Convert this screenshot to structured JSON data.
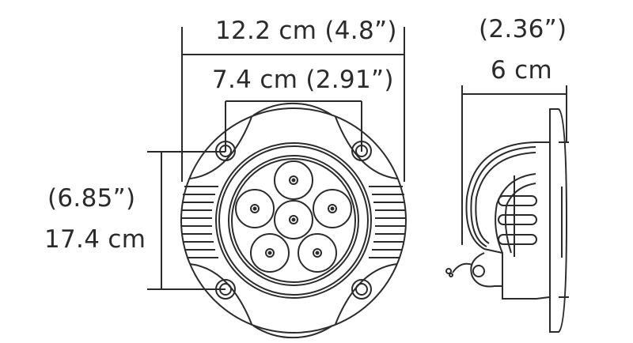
{
  "diagram": {
    "type": "technical-dimension-drawing",
    "subject": "round LED work light, front and side views",
    "front_view": {
      "overall_width": {
        "metric": "12.2 cm",
        "imperial": "(4.8”)",
        "label": "12.2 cm (4.8”)"
      },
      "bolt_spacing_horizontal": {
        "metric": "7.4 cm",
        "imperial": "(2.91”)",
        "label": "7.4 cm (2.91”)"
      },
      "bolt_spacing_vertical": {
        "metric": "17.4 cm",
        "imperial": "(6.85”)"
      },
      "led_count": 6,
      "bolt_holes": 4
    },
    "side_view": {
      "depth": {
        "metric": "6 cm",
        "imperial": "(2.36”)"
      }
    },
    "colors": {
      "line": "#2b2b2b",
      "background": "#ffffff"
    }
  }
}
